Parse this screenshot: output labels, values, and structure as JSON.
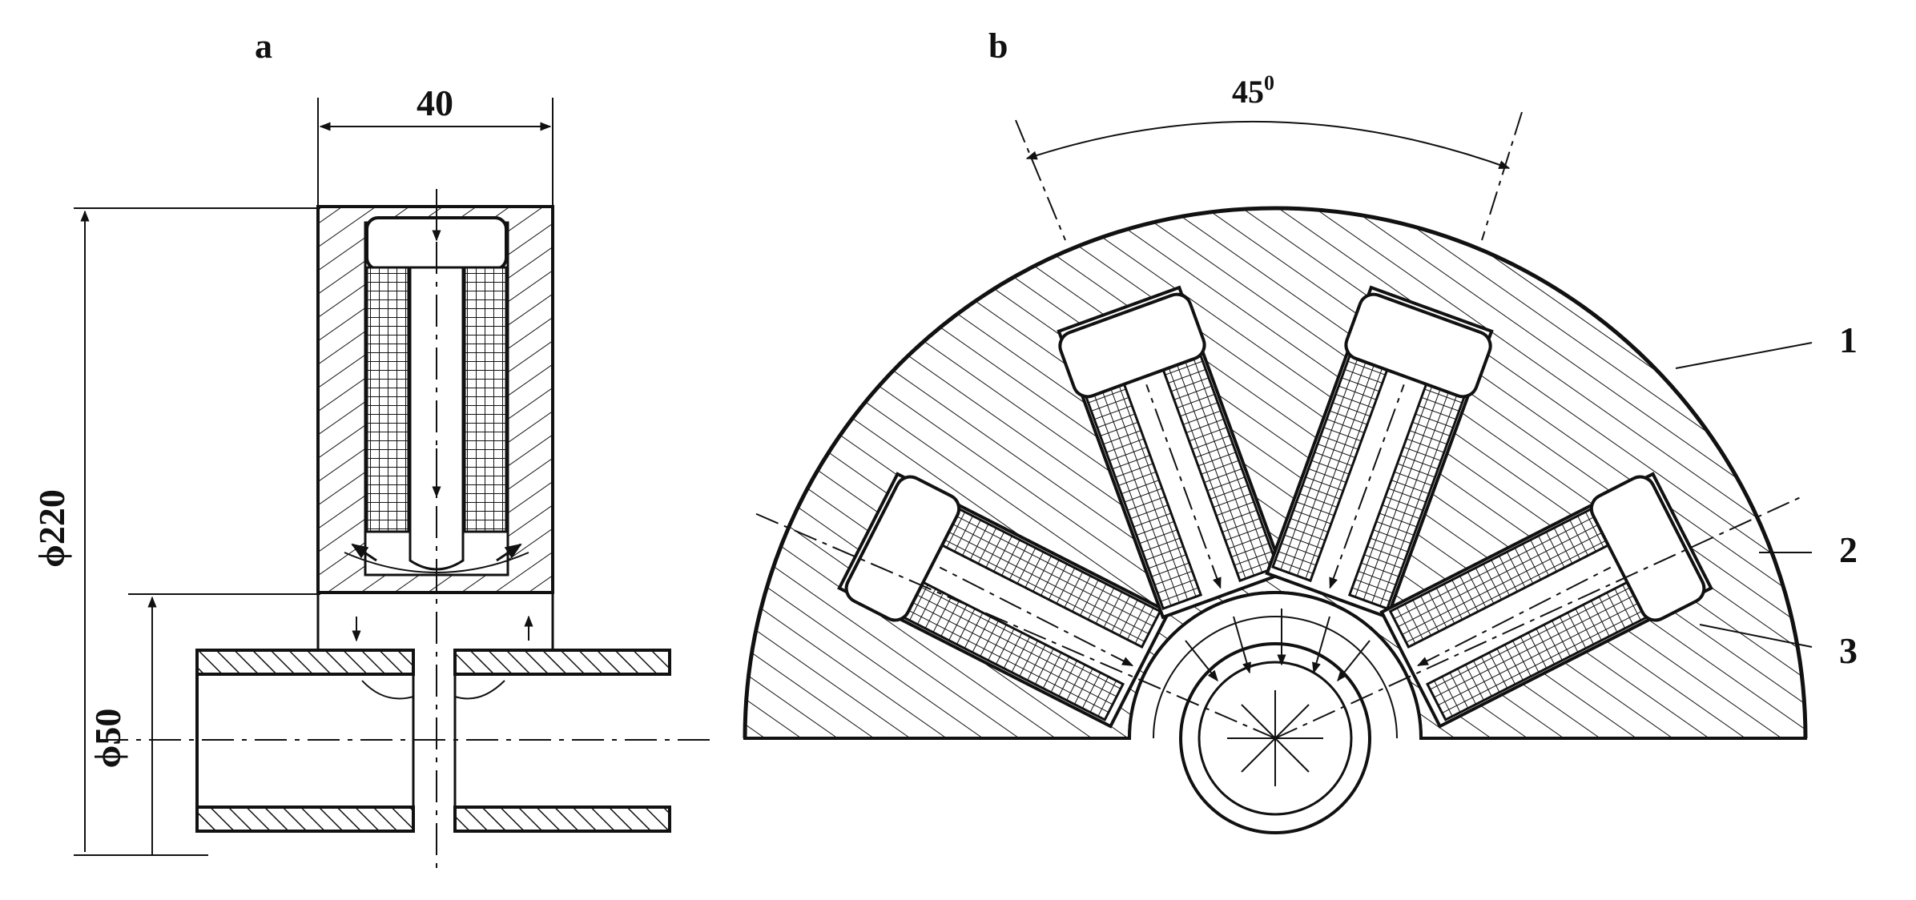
{
  "panels": {
    "a": {
      "label": "a",
      "dim_width": "40",
      "dim_outer_diameter": "ϕ220",
      "dim_pipe_diameter": "ϕ50"
    },
    "b": {
      "label": "b",
      "angle_base": "45",
      "angle_sup": "0",
      "callouts": [
        "1",
        "2",
        "3"
      ]
    }
  },
  "colors": {
    "ink": "#111111",
    "background": "#ffffff"
  }
}
